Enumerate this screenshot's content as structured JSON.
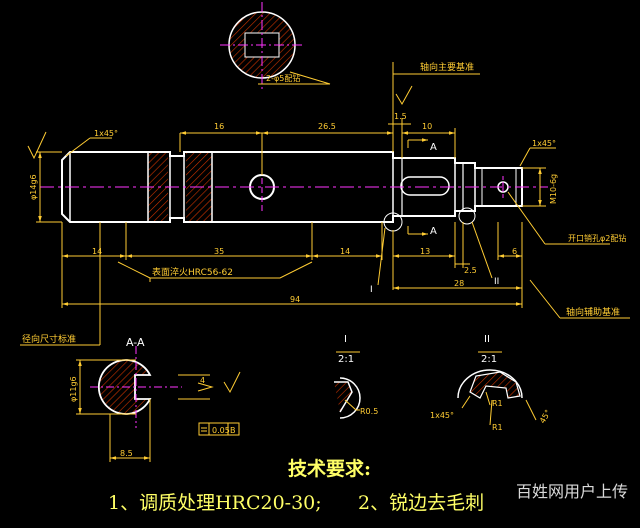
{
  "labels": {
    "axial_main_datum": "轴向主要基准",
    "axial_aux_datum": "轴向辅助基准",
    "radial_datum": "径向尺寸标准",
    "surface_hardening": "表面淬火HRC56-62",
    "hole_note": "2-φ5配钻",
    "pin_note": "开口销孔φ2配钻",
    "section_aa": "A-A",
    "section_a_top": "A",
    "section_a_bottom": "A",
    "detail_1_id": "I",
    "detail_1_scale": "2:1",
    "detail_2_id": "II",
    "detail_2_scale": "2:1",
    "callout_1": "I",
    "callout_2": "II"
  },
  "dimensions": {
    "d16": "16",
    "d26_5": "26.5",
    "d1_5": "1.5",
    "d10": "10",
    "d14a": "14",
    "d35": "35",
    "d14b": "14",
    "d13": "13",
    "d2_5": "2.5",
    "d6": "6",
    "d28": "28",
    "d94": "94",
    "chamfer_left": "1x45°",
    "chamfer_right": "1x45°",
    "chamfer_detail": "1x45°",
    "dia_main": "φ14g6",
    "thread": "M10-6g",
    "dia_section": "φ11g6",
    "key_width": "4",
    "key_depth": "8.5",
    "r0_5": "R0.5",
    "r1a": "R1",
    "r1b": "R1",
    "angle_45": "45°",
    "flatness": "0.05",
    "datum_b": "B"
  },
  "requirements": {
    "title": "技术要求:",
    "item1": "1、调质处理HRC20-30;",
    "item2": "2、锐边去毛刺"
  },
  "watermark": "百姓网用户上传",
  "colors": {
    "outline": "#ffffff",
    "dimension": "#ffcc33",
    "centerline": "#ff33ff",
    "hatch": "#cc3300",
    "note": "#ffff66"
  }
}
